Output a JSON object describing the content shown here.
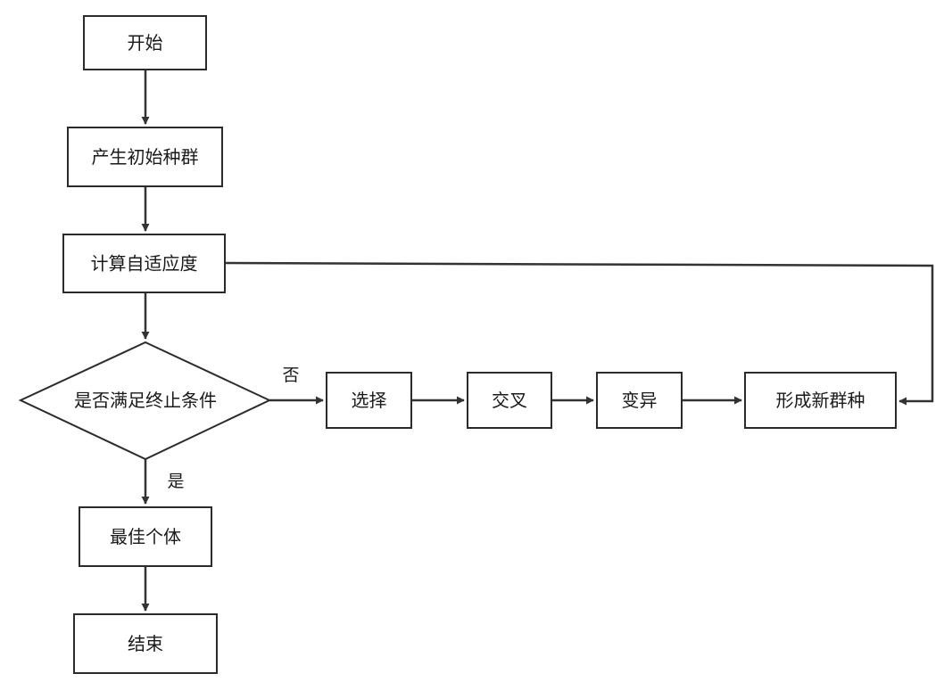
{
  "nodes": {
    "start": "开始",
    "init_population": "产生初始种群",
    "compute_fitness": "计算自适应度",
    "termination_check": "是否满足终止条件",
    "selection": "选择",
    "crossover": "交叉",
    "mutation": "变异",
    "new_population": "形成新群种",
    "best_individual": "最佳个体",
    "end": "结束"
  },
  "edges": {
    "no_label": "否",
    "yes_label": "是"
  },
  "colors": {
    "stroke": "#2b2b2b",
    "background": "#ffffff"
  }
}
